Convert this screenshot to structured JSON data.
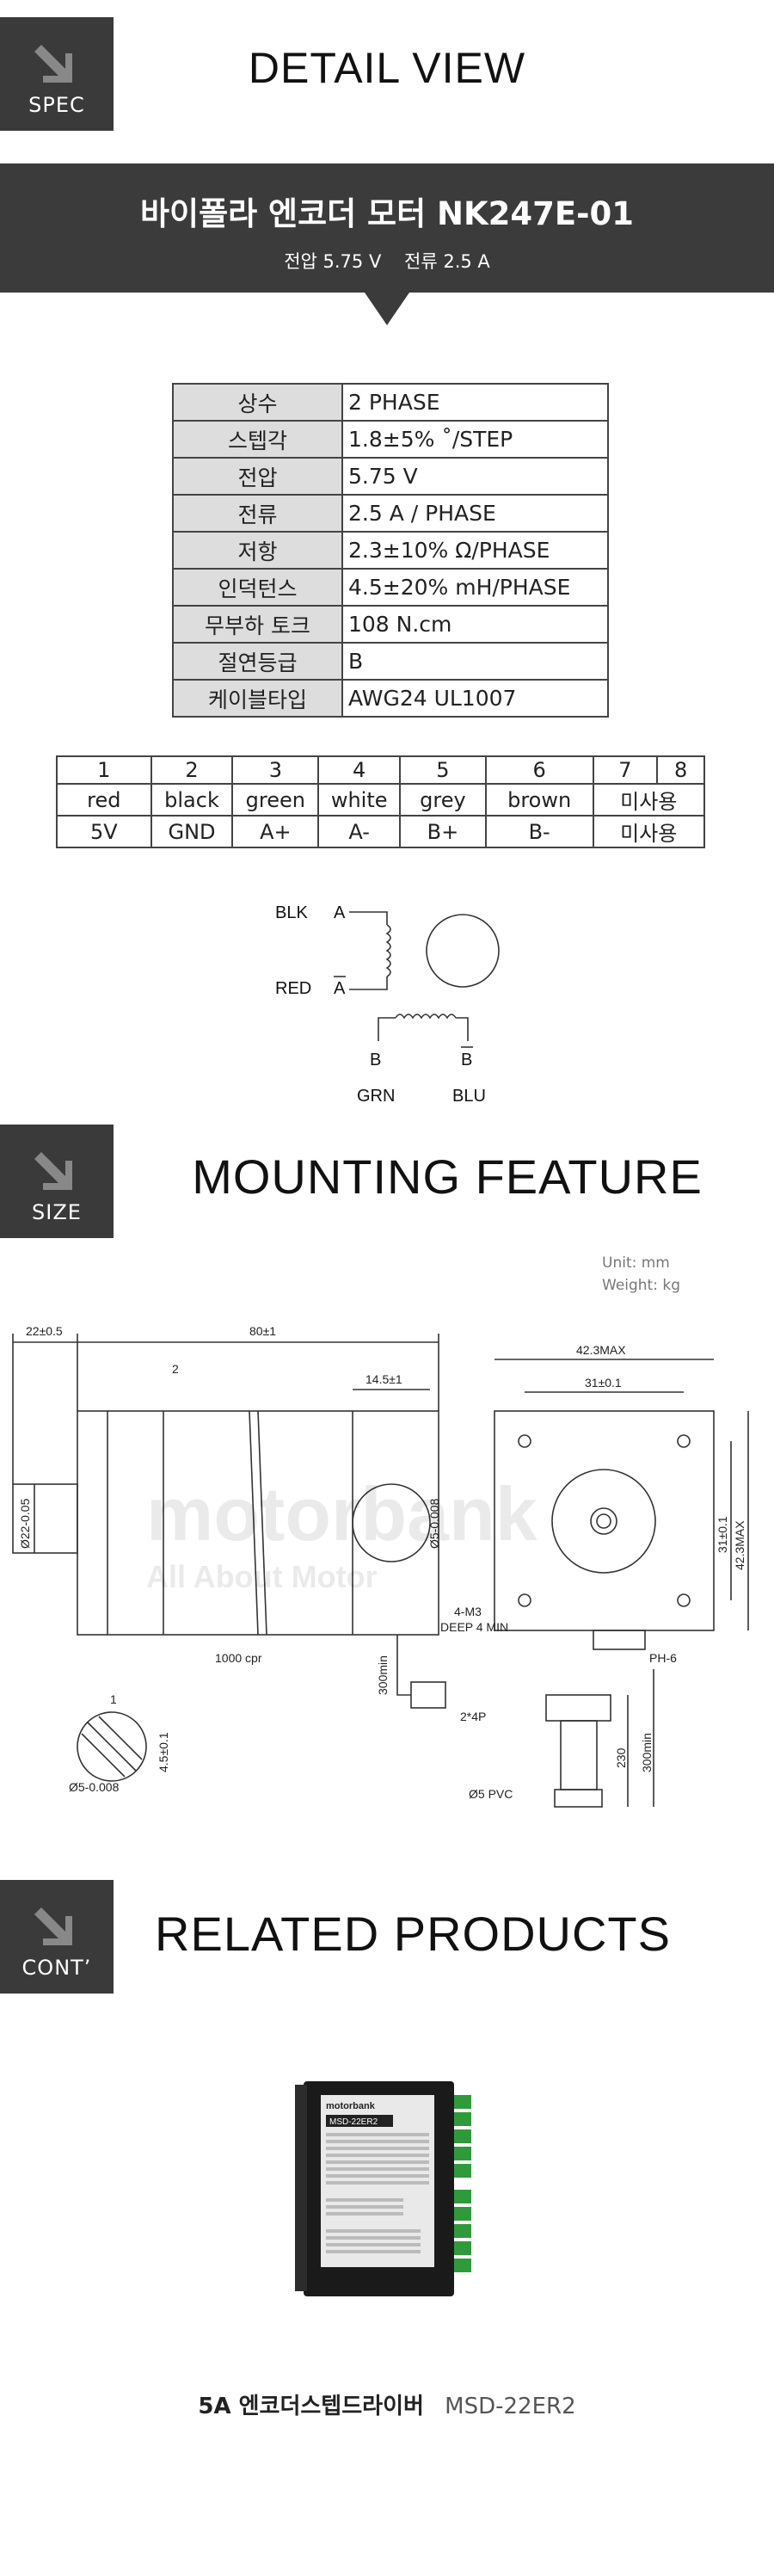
{
  "sections": {
    "spec": {
      "badge": "SPEC",
      "title": "DETAIL VIEW"
    },
    "size": {
      "badge": "SIZE",
      "title": "MOUNTING FEATURE"
    },
    "cont": {
      "badge": "CONT’",
      "title": "RELATED PRODUCTS"
    }
  },
  "banner": {
    "title": "바이폴라 엔코더 모터 NK247E-01",
    "voltage": "전압 5.75 V",
    "current": "전류 2.5 A"
  },
  "spec_table": [
    {
      "key": "상수",
      "value": "2 PHASE"
    },
    {
      "key": "스텝각",
      "value": "1.8±5% ˚/STEP"
    },
    {
      "key": "전압",
      "value": "5.75 V"
    },
    {
      "key": "전류",
      "value": "2.5 A / PHASE"
    },
    {
      "key": "저항",
      "value": "2.3±10% Ω/PHASE"
    },
    {
      "key": "인덕턴스",
      "value": "4.5±20% mH/PHASE"
    },
    {
      "key": "무부하 토크",
      "value": "108 N.cm"
    },
    {
      "key": "절연등급",
      "value": "B"
    },
    {
      "key": "케이블타입",
      "value": "AWG24 UL1007"
    }
  ],
  "pin_table": {
    "numbers": [
      "1",
      "2",
      "3",
      "4",
      "5",
      "6",
      "7",
      "8"
    ],
    "colors": [
      "red",
      "black",
      "green",
      "white",
      "grey",
      "brown"
    ],
    "signals": [
      "5V",
      "GND",
      "A+",
      "A-",
      "B+",
      "B-"
    ],
    "unused": "미사용"
  },
  "wiring": {
    "blk": "BLK",
    "red": "RED",
    "a": "A",
    "a_bar": "A",
    "b": "B",
    "b_bar": "B",
    "grn": "GRN",
    "blu": "BLU"
  },
  "units": {
    "unit": "Unit: mm",
    "weight": "Weight:  kg"
  },
  "drawing": {
    "d_22": "22±0.5",
    "d_80": "80±1",
    "d_2": "2",
    "d_14_5": "14.5±1",
    "d_phi22": "Ø22-0.05",
    "d_phi5": "Ø5-0.008",
    "d_42_3max": "42.3MAX",
    "d_31": "31±0.1",
    "d_31_v": "31±0.1",
    "d_42_3max_v": "42.3MAX",
    "m3": "4-M3",
    "deep": "DEEP 4 MIN",
    "ph6": "PH-6",
    "cpr": "1000 cpr",
    "d_300min": "300min",
    "p_2x4": "2*4P",
    "d_230": "230",
    "d_300min2": "300min",
    "pvc": "Ø5 PVC",
    "d_4_5": "4.5±0.1",
    "d_phi5b": "Ø5-0.008",
    "t1": "1"
  },
  "watermark": {
    "logo": "motorbank",
    "tagline": "All About Motor"
  },
  "product": {
    "name": "5A 엔코더스텝드라이버",
    "model": "MSD-22ER2",
    "label_brand": "motorbank",
    "label_model": "MSD-22ER2"
  }
}
